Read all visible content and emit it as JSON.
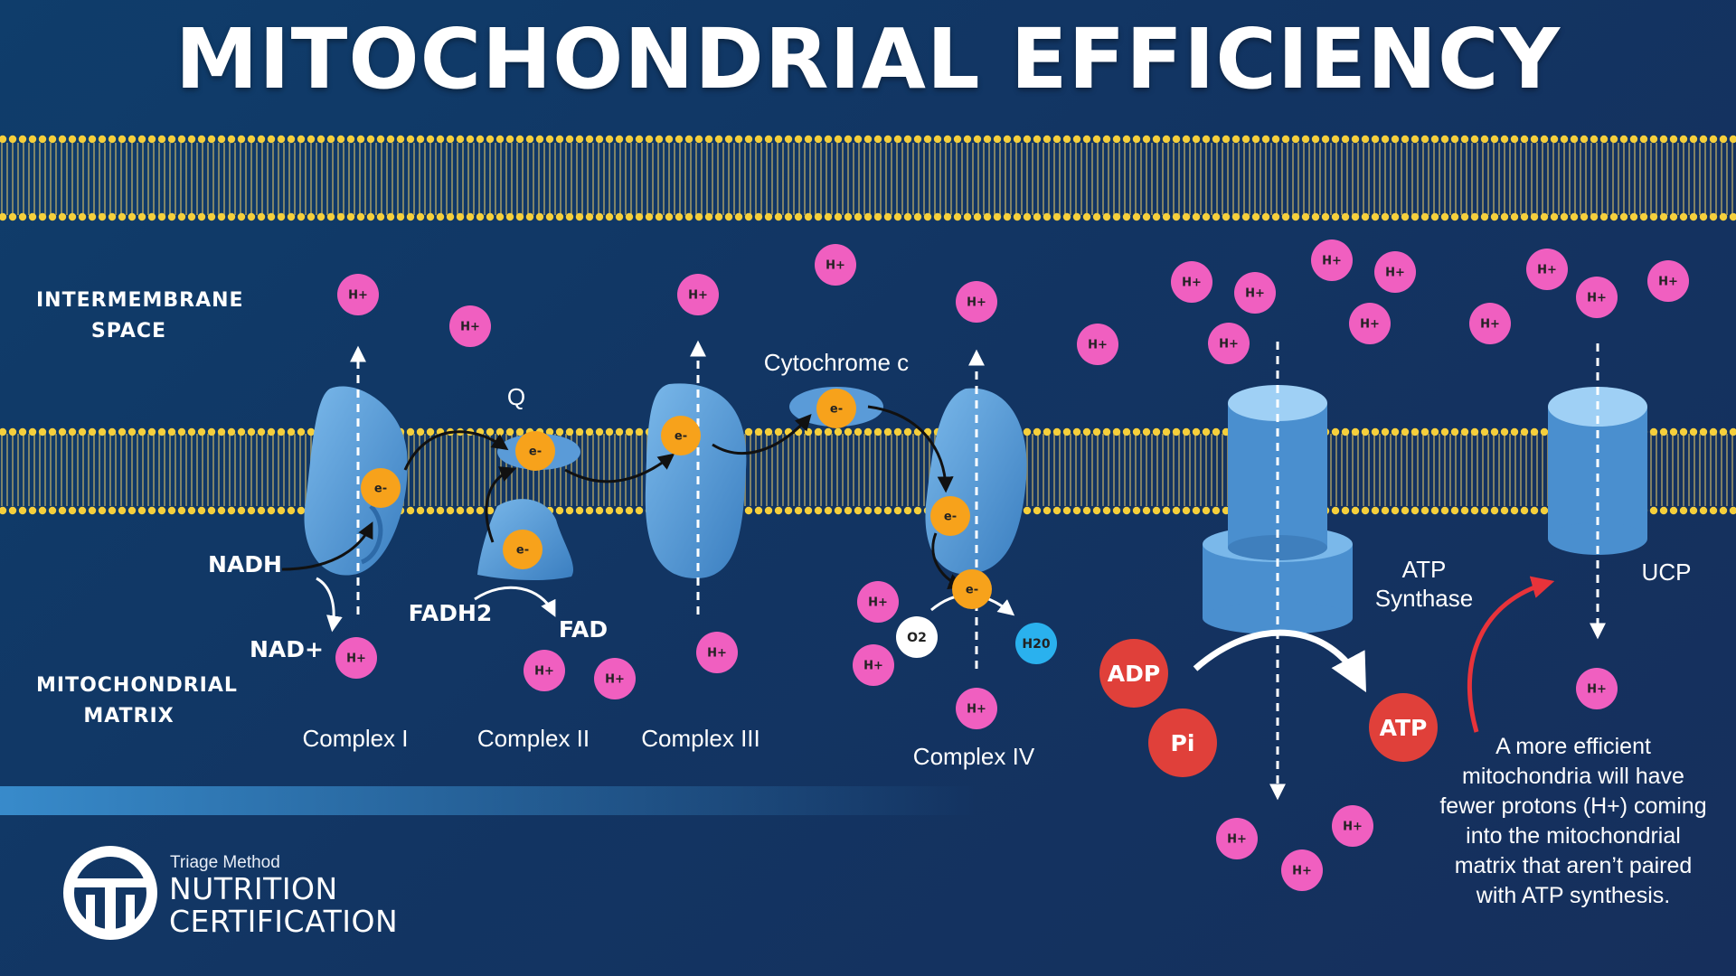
{
  "title": "MITOCHONDRIAL EFFICIENCY",
  "regions": {
    "intermembrane": "INTERMEMBRANE\nSPACE",
    "matrix": "MITOCHONDRIAL\nMATRIX"
  },
  "complexes": [
    "Complex I",
    "Complex II",
    "Complex III",
    "Complex IV"
  ],
  "carriers": {
    "q": "Q",
    "cytc": "Cytochrome c"
  },
  "molecules": {
    "nadh": "NADH",
    "nad": "NAD+",
    "fadh2": "FADH2",
    "fad": "FAD",
    "o2": "O2",
    "h2o": "H20",
    "adp": "ADP",
    "pi": "Pi",
    "atp": "ATP"
  },
  "proton_label": "H+",
  "electron_label": "e-",
  "atp_synthase": "ATP\nSynthase",
  "ucp": "UCP",
  "note": "A more efficient mitochondria will have fewer protons (H+) coming into the mitochondrial matrix that aren’t paired with ATP synthesis.",
  "brand": {
    "line1": "Triage Method",
    "line2": "NUTRITION\nCERTIFICATION"
  },
  "colors": {
    "background": "#123563",
    "proton": "#f05fc0",
    "electron": "#f7a21b",
    "protein": "#4a8fcf",
    "adp_atp": "#e0403a",
    "membrane_beads": "#f5cf3c",
    "water": "#2ab1ee"
  }
}
